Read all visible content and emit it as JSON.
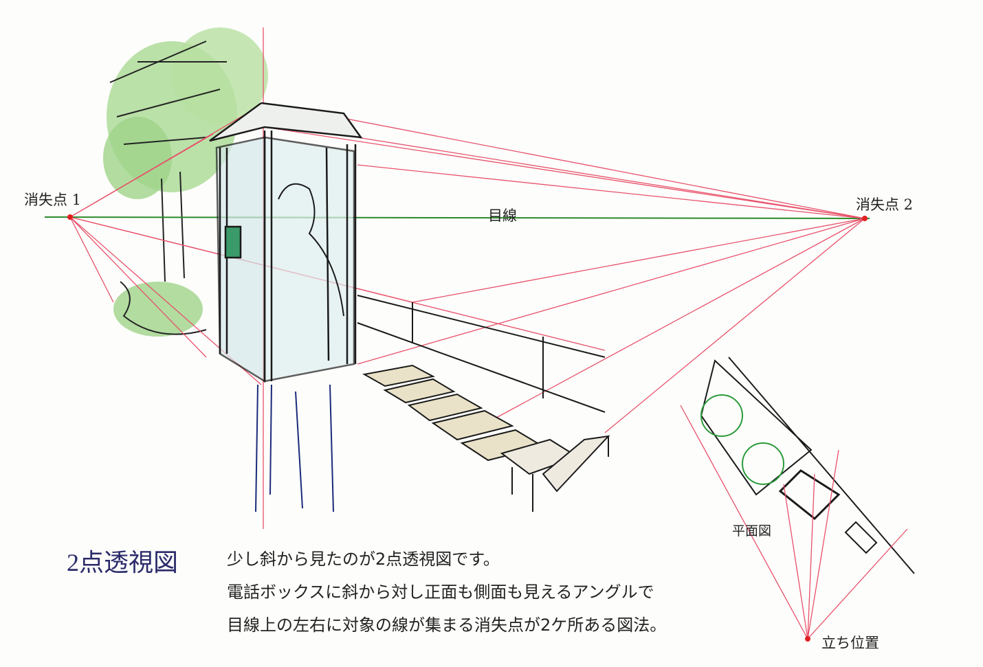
{
  "labels": {
    "vanishing_point_1": "消失点 1",
    "vanishing_point_2": "消失点 2",
    "eye_line": "目線",
    "plan_view": "平面図",
    "standing_position": "立ち位置"
  },
  "caption": {
    "title": "2点透視図",
    "lines": [
      "少し斜から見たのが2点透視図です。",
      "電話ボックスに斜から対し正面も側面も見えるアングルで",
      "目線上の左右に対象の線が集まる消失点が2ケ所ある図法。"
    ]
  },
  "colors": {
    "perspective_line": "#e8506a",
    "eye_line": "#2a8a2a",
    "foliage": "#9fd38a",
    "ink": "#1a1a1a",
    "figure": "#1a2a7a"
  }
}
